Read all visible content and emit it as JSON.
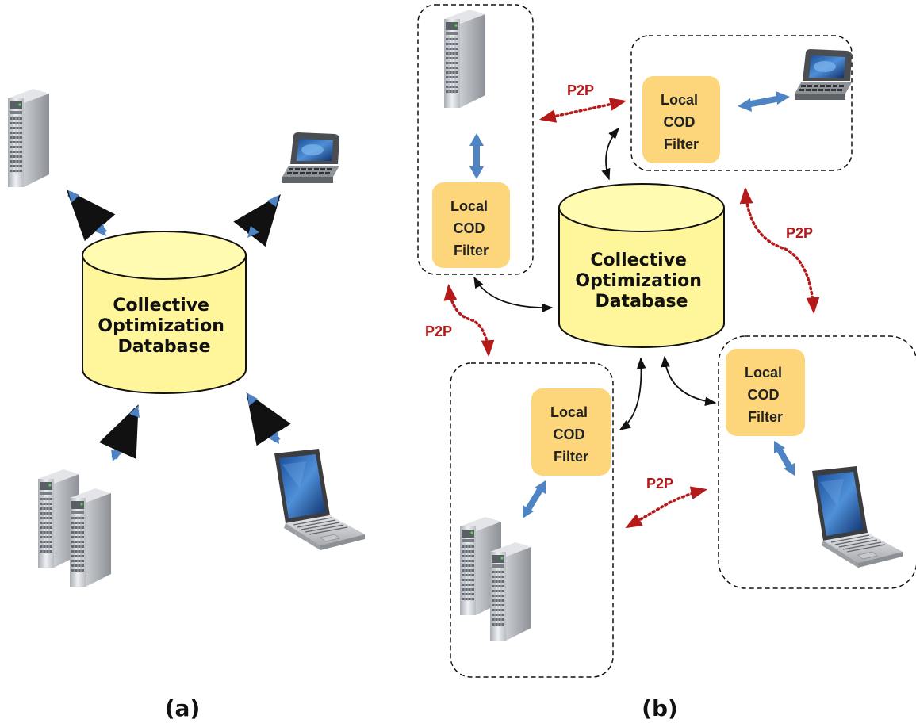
{
  "panel_a": {
    "label": "(a)",
    "database": {
      "lines": [
        "Collective",
        "Optimization",
        "Database"
      ]
    }
  },
  "panel_b": {
    "label": "(b)",
    "database": {
      "lines": [
        "Collective",
        "Optimization",
        "Database"
      ]
    },
    "filter": {
      "lines": [
        "Local",
        "COD",
        "Filter"
      ]
    },
    "p2p_label": "P2P"
  },
  "colors": {
    "database_fill": "#fff59a",
    "filter_fill": "#fdd57a",
    "blue_arrow": "#4f84c4",
    "p2p": "#b51a1a"
  },
  "icons": [
    "server-icon",
    "server-cluster-icon",
    "pda-icon",
    "laptop-icon"
  ]
}
